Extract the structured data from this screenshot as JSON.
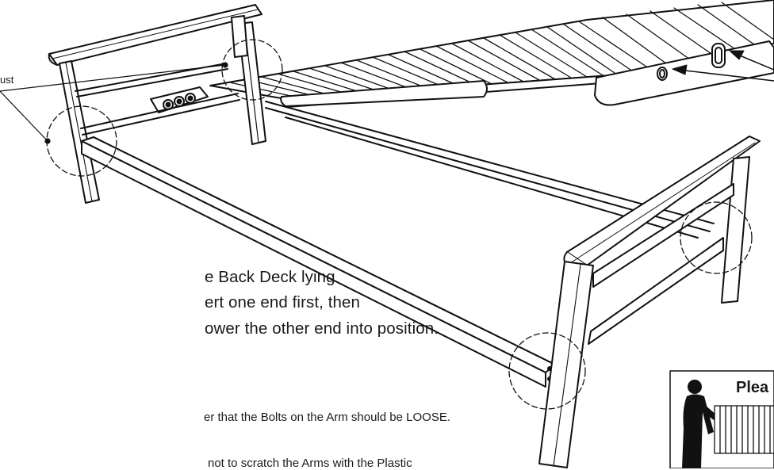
{
  "callout_left_text": "ust",
  "instruction_lines": [
    "e Back Deck lying",
    "ert one end first, then",
    "ower the other end into position."
  ],
  "note_bolts": "er that the Bolts on the Arm should be LOOSE.",
  "note_scratch": "not to scratch the Arms with the Plastic",
  "inset_heading": "Plea"
}
